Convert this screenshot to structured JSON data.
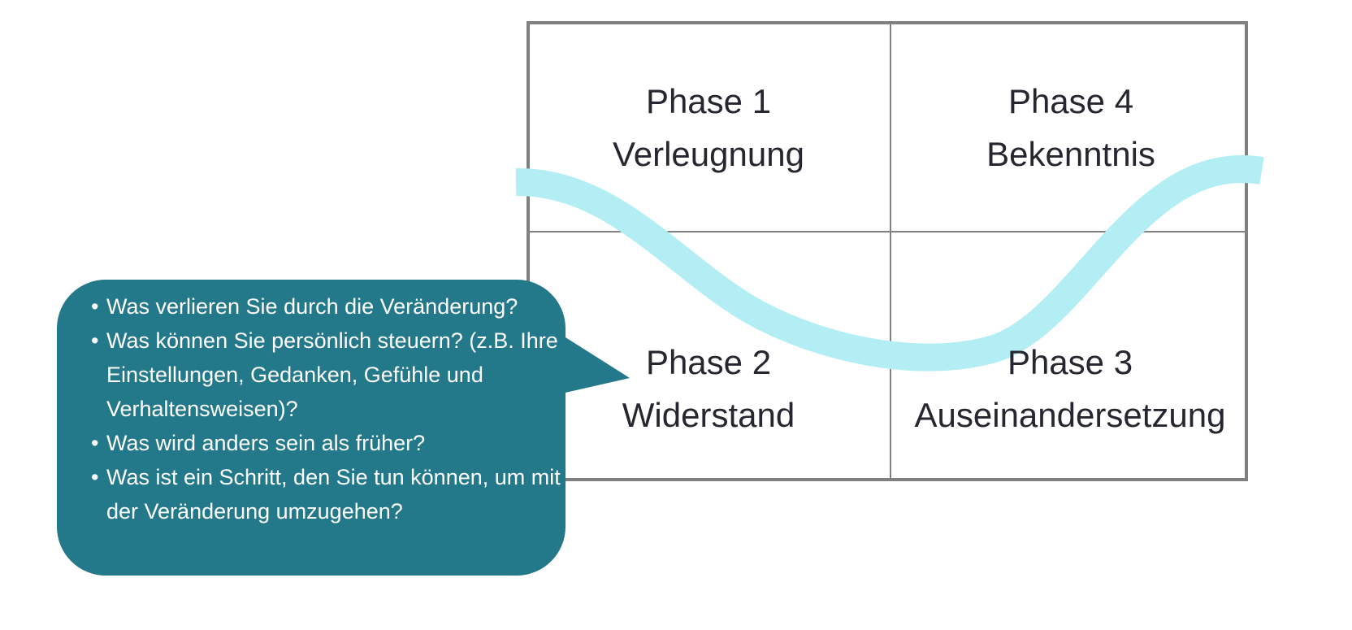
{
  "colors": {
    "grid_border": "#808080",
    "cell_text": "#262630",
    "wave": "#b3eef5",
    "bubble_fill": "#23788a",
    "bubble_text": "#ffffff"
  },
  "phases": [
    {
      "number": "Phase 1",
      "name": "Verleugnung"
    },
    {
      "number": "Phase 4",
      "name": "Bekenntnis"
    },
    {
      "number": "Phase 2",
      "name": "Widerstand"
    },
    {
      "number": "Phase 3",
      "name": "Auseinandersetzung"
    }
  ],
  "bubble": {
    "items": [
      "Was verlieren Sie durch die Veränderung?",
      "Was können Sie persönlich steuern? (z.B. Ihre Einstellungen, Gedanken, Gefühle und Verhaltensweisen)?",
      "Was wird anders sein als früher?",
      "Was ist ein Schritt, den Sie tun können, um mit der Veränderung umzugehen?"
    ]
  }
}
